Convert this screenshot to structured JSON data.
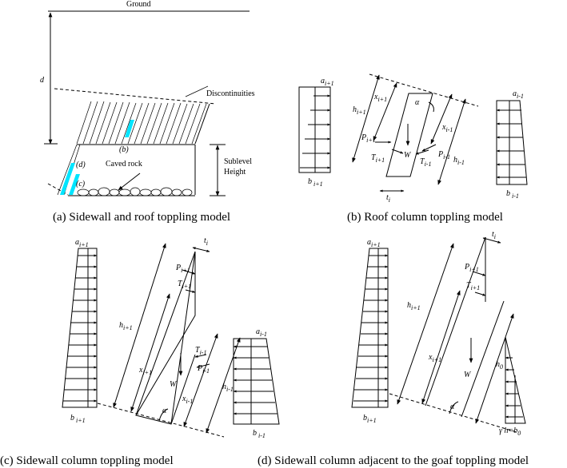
{
  "panel_a": {
    "ground": "Ground",
    "d": "d",
    "discontinuities": "Discontinuities",
    "b": "(b)",
    "d_mark": "(d)",
    "c_mark": "(c)",
    "caved_rock": "Caved rock",
    "sublevel_1": "Sublevel",
    "sublevel_2": "Height",
    "caption": "(a) Sidewall and roof toppling model",
    "accent": "#00e5ff"
  },
  "panel_b": {
    "a_left": "a",
    "a_left_sub": "i+1",
    "b_left": "b",
    "b_left_sub": " i+1",
    "h": "h",
    "h_sub": "i+1",
    "x1": "x",
    "x1_sub": "i+1",
    "P1": "P",
    "P1_sub": "i+1",
    "T1": "T",
    "T1_sub": "i+1",
    "alpha": "α",
    "W": "W",
    "x2": "x",
    "x2_sub": "i-1",
    "P2": "P",
    "P2_sub": "i-1",
    "T2": "T",
    "T2_sub": "i-1",
    "h2": "h",
    "h2_sub": "i-1",
    "t": "t",
    "t_sub": "i",
    "a_right": "a",
    "a_right_sub": "i-1",
    "b_right": "b",
    "b_right_sub": " i-1",
    "caption": "(b) Roof column toppling model"
  },
  "panel_c": {
    "a_left": "a",
    "a_left_sub": "i+1",
    "b_left": "b",
    "b_left_sub": " i+1",
    "t": "t",
    "t_sub": "i",
    "P1": "P",
    "P1_sub": "i+1",
    "T1": "T",
    "T1_sub": "i+1",
    "h1": "h",
    "h1_sub": "i+1",
    "x1": "x",
    "x1_sub": "i+1",
    "T2": "T",
    "T2_sub": "i-1",
    "P2": "P",
    "P2_sub": "i-1",
    "W": "W",
    "x2": "x",
    "x2_sub": "i-1",
    "h2": "h",
    "h2_sub": "i-1",
    "alpha": "α",
    "a_right": "a",
    "a_right_sub": "i-1",
    "b_right": "b",
    "b_right_sub": " i-1",
    "caption": "(c) Sidewall column toppling model"
  },
  "panel_d": {
    "a_left": "a",
    "a_left_sub": "i+1",
    "b_left": "b",
    "b_left_sub": "i+1",
    "t": "t",
    "t_sub": "i",
    "P1": "P",
    "P1_sub": "i+1",
    "T1": "T",
    "T1_sub": "i+1",
    "h1": "h",
    "h1_sub": "i+1",
    "x1": "x",
    "x1_sub": "i+1",
    "W": "W",
    "h0": "h",
    "h0_sub": "0",
    "alpha": "α",
    "gh": "γ h=b",
    "gh_sub": "0",
    "caption": "(d) Sidewall column adjacent to the goaf toppling model"
  }
}
